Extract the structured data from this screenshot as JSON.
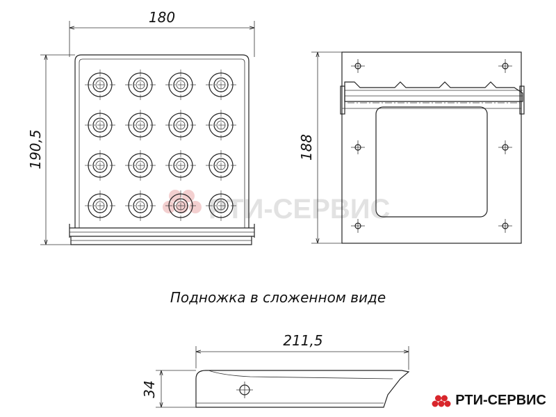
{
  "drawing": {
    "dims": {
      "top_width": "180",
      "left_height": "190,5",
      "right_height": "188",
      "bottom_length": "211,5",
      "bottom_height": "34"
    },
    "caption": "Подножка в сложенном виде"
  },
  "branding": {
    "watermark_text": "РТИ-СЕРВИС",
    "logo_text": "РТИ-СЕРВИС",
    "accent_color": "#d8262c"
  }
}
